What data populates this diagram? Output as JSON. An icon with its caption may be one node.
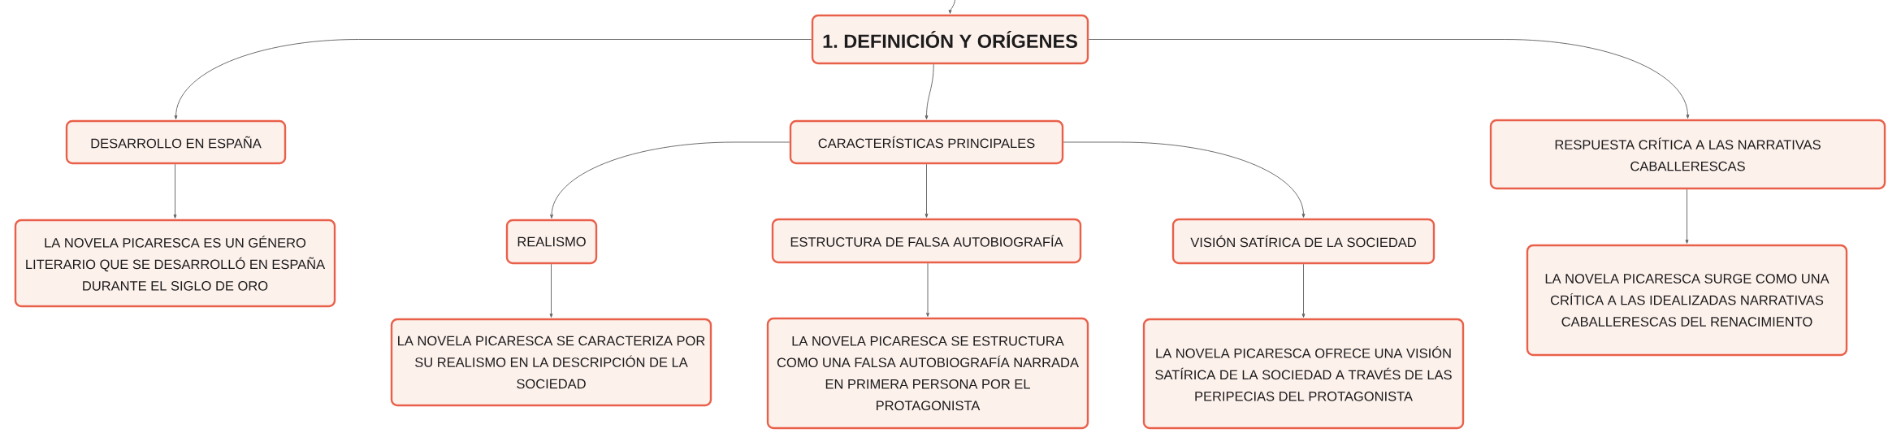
{
  "diagram": {
    "nodes": [
      {
        "text": [
          "1. DEFINICIÓN Y ORÍGENES"
        ]
      },
      {
        "text": [
          "DESARROLLO EN ESPAÑA"
        ]
      },
      {
        "text": [
          "LA NOVELA PICARESCA ES UN GÉNERO LITERARIO QUE SE DESARROLLÓ EN ESPAÑA DURANTE EL SIGLO DE ORO"
        ]
      },
      {
        "text": [
          "CARACTERÍSTICAS PRINCIPALES"
        ]
      },
      {
        "text": [
          "REALISMO"
        ]
      },
      {
        "text": [
          "LA NOVELA PICARESCA SE CARACTERIZA POR SU REALISMO EN LA DESCRIPCIÓN DE LA SOCIEDAD"
        ]
      },
      {
        "text": [
          "ESTRUCTURA DE FALSA AUTOBIOGRAFÍA"
        ]
      },
      {
        "text": [
          "LA NOVELA PICARESCA SE ESTRUCTURA COMO UNA FALSA AUTOBIOGRAFÍA NARRADA EN PRIMERA PERSONA POR EL PROTAGONISTA"
        ]
      },
      {
        "text": [
          "VISIÓN SATÍRICA DE LA SOCIEDAD"
        ]
      },
      {
        "text": [
          "LA NOVELA PICARESCA OFRECE UNA VISIÓN SATÍRICA DE LA SOCIEDAD A TRAVÉS DE LAS PERIPECIAS DEL PROTAGONISTA"
        ]
      },
      {
        "text": [
          "RESPUESTA CRÍTICA A LAS NARRATIVAS CABALLERESCAS"
        ]
      },
      {
        "text": [
          "LA NOVELA PICARESCA SURGE COMO UNA CRÍTICA A LAS IDEALIZADAS NARRATIVAS CABALLERESCAS DEL RENACIMIENTO"
        ]
      }
    ],
    "edges": [
      {
        "from": null,
        "to": 0,
        "arrow": "to"
      },
      {
        "from": 0,
        "to": 1,
        "arrow": "to"
      },
      {
        "from": 0,
        "to": 3,
        "arrow": "to"
      },
      {
        "from": 0,
        "to": 10,
        "arrow": "to"
      },
      {
        "from": 1,
        "to": 2,
        "arrow": "to"
      },
      {
        "from": 3,
        "to": 4,
        "arrow": "to"
      },
      {
        "from": 3,
        "to": 6,
        "arrow": "to"
      },
      {
        "from": 3,
        "to": 8,
        "arrow": "to"
      },
      {
        "from": 4,
        "to": 5,
        "arrow": "to"
      },
      {
        "from": 6,
        "to": 7,
        "arrow": "to"
      },
      {
        "from": 8,
        "to": 9,
        "arrow": "to"
      },
      {
        "from": 10,
        "to": 11,
        "arrow": "to"
      }
    ]
  }
}
